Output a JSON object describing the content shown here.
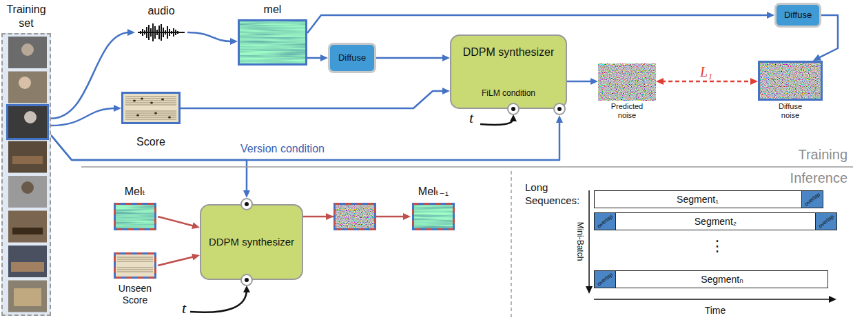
{
  "diagram": {
    "nodes": [
      {
        "text": [
          "Training set"
        ]
      },
      {
        "text": [
          "audio"
        ]
      },
      {
        "text": [
          "mel"
        ]
      },
      {
        "text": [
          "Score"
        ]
      },
      {
        "text": [
          "Diffuse"
        ]
      },
      {
        "text": [
          "Diffuse"
        ]
      },
      {
        "text": [
          "DDPM synthesizer",
          "FiLM condition"
        ]
      },
      {
        "text": [
          "Predicted noise"
        ]
      },
      {
        "text": [
          "Diffuse noise"
        ]
      },
      {
        "text": [
          "Melₜ"
        ]
      },
      {
        "text": [
          "Unseen Score"
        ]
      },
      {
        "text": [
          "DDPM synthesizer"
        ]
      },
      {
        "text": [
          "Melₜ₋₁"
        ]
      },
      {
        "text": [
          "Segment₁"
        ]
      },
      {
        "text": [
          "overlap"
        ],
        "in": 13
      },
      {
        "text": [
          "Segment₂"
        ]
      },
      {
        "text": [
          "overlap"
        ],
        "in": 15
      },
      {
        "text": [
          "overlap"
        ],
        "in": 15
      },
      {
        "text": [
          "Segmentₙ"
        ]
      },
      {
        "text": [
          "overlap"
        ],
        "in": 18
      }
    ],
    "edges": [
      {
        "from": 0,
        "to": 1,
        "arrow": "to"
      },
      {
        "from": 0,
        "to": 3,
        "arrow": "to"
      },
      {
        "from": 0,
        "to": 6,
        "arrow": "to",
        "label": "Version condition"
      },
      {
        "from": 1,
        "to": 2,
        "arrow": "to"
      },
      {
        "from": 2,
        "to": 4,
        "arrow": "to"
      },
      {
        "from": 2,
        "to": 5,
        "arrow": "to"
      },
      {
        "from": 4,
        "to": 6,
        "arrow": "to"
      },
      {
        "from": 3,
        "to": 6,
        "arrow": "to"
      },
      {
        "from": 6,
        "to": 7,
        "arrow": "to"
      },
      {
        "from": 5,
        "to": 8,
        "arrow": "to"
      },
      {
        "from": 7,
        "to": 8,
        "arrow": "both",
        "label": "L₁"
      },
      {
        "from": 0,
        "to": 11,
        "arrow": "to"
      },
      {
        "from": 9,
        "to": 11,
        "arrow": "to"
      },
      {
        "from": 10,
        "to": 11,
        "arrow": "to"
      },
      {
        "from": 11,
        "to": 12,
        "arrow": "to"
      }
    ],
    "labels": [
      "t",
      "Training",
      "Inference",
      "t",
      "Long Sequences:",
      "Mini-Batch",
      "⋮",
      "Time"
    ]
  }
}
